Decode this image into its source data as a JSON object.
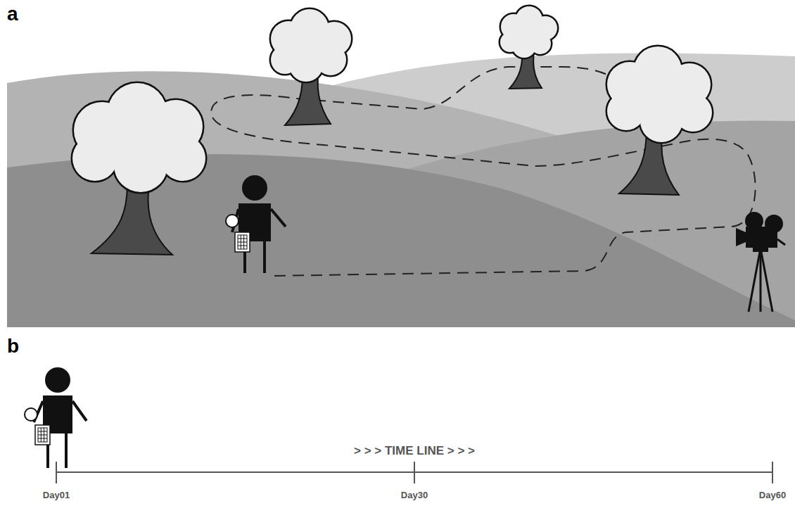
{
  "diagram": {
    "labels": [
      "a",
      "b",
      "> > > TIME LINE > > >",
      "Day01",
      "Day30",
      "Day60"
    ]
  }
}
